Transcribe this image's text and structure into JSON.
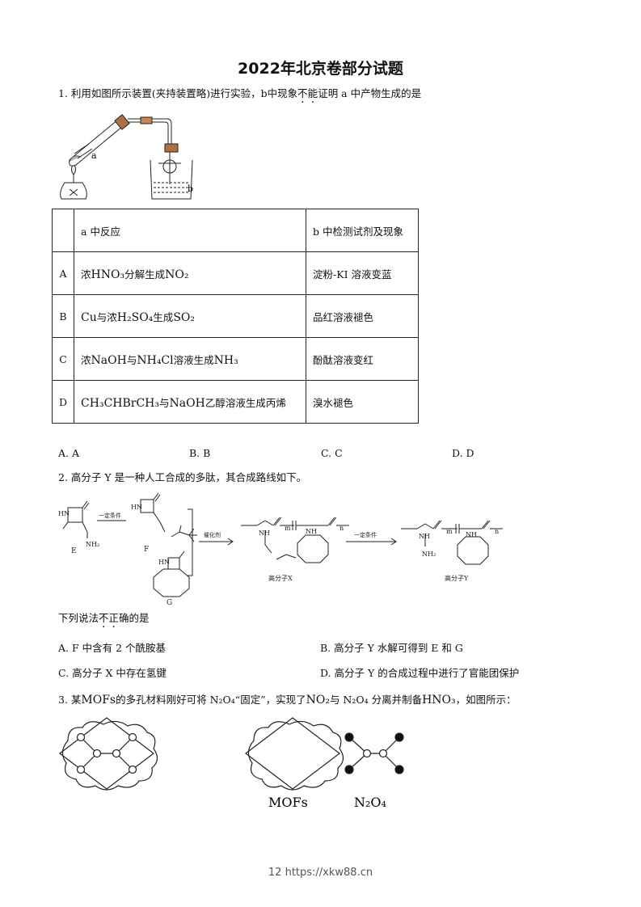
{
  "title": "2022年北京卷部分试题",
  "q1": {
    "prefix": "1. 利用如图所示装置(夹持装置略)进行实验，b中现象",
    "emph": [
      "不",
      "能"
    ],
    "suffix": "证明 a 中产物生成的是",
    "apparatus_labels": {
      "a": "a",
      "b": "b"
    },
    "table": {
      "header": [
        "",
        "a 中反应",
        "b 中检测试剂及现象"
      ],
      "rows": [
        {
          "key": "A",
          "reaction": [
            "浓",
            "HNO₃",
            "分解生成",
            "NO₂"
          ],
          "test": "淀粉-KI 溶液变蓝"
        },
        {
          "key": "B",
          "reaction": [
            "Cu",
            "与浓",
            "H₂SO₄",
            "生成",
            "SO₂"
          ],
          "test": "品红溶液褪色"
        },
        {
          "key": "C",
          "reaction": [
            "浓",
            "NaOH",
            "与",
            "NH₄Cl",
            "溶液生成",
            "NH₃"
          ],
          "test": "酚酞溶液变红"
        },
        {
          "key": "D",
          "reaction": [
            "CH₃CHBrCH₃",
            "与",
            "NaOH",
            "乙醇溶液生成丙烯"
          ],
          "test": "溴水褪色"
        }
      ]
    },
    "options": [
      "A. A",
      "B. B",
      "C. C",
      "D. D"
    ]
  },
  "q2": {
    "stem": "2. 高分子 Y 是一种人工合成的多肽，其合成路线如下。",
    "scheme": {
      "E": "E",
      "F": "F",
      "G": "G",
      "cond1": "一定条件",
      "cond2": "催化剂",
      "cond3": "一定条件",
      "X": "高分子X",
      "Y": "高分子Y",
      "HN": "HN",
      "NH2": "NH₂",
      "NH": "NH",
      "m": "m",
      "n": "n"
    },
    "question_prefix": "下列说法",
    "question_emph": [
      "不",
      "正"
    ],
    "question_suffix": "确的是",
    "options": [
      "A. F 中含有 2 个酰胺基",
      "B.  高分子 Y 水解可得到 E 和 G",
      "C.  高分子 X 中存在氢键",
      "D.  高分子 Y 的合成过程中进行了官能团保护"
    ]
  },
  "q3": {
    "stem_parts": [
      "3. 某",
      "MOFs",
      "的多孔材料刚好可将 N₂O₄“固定”，实现了",
      "NO₂",
      "与 N₂O₄ 分离并制备",
      "HNO₃",
      "，如图所示："
    ],
    "label_mofs": "MOFs",
    "label_n2o4": "N₂O₄"
  },
  "footer": "12 https://xkw88.cn"
}
